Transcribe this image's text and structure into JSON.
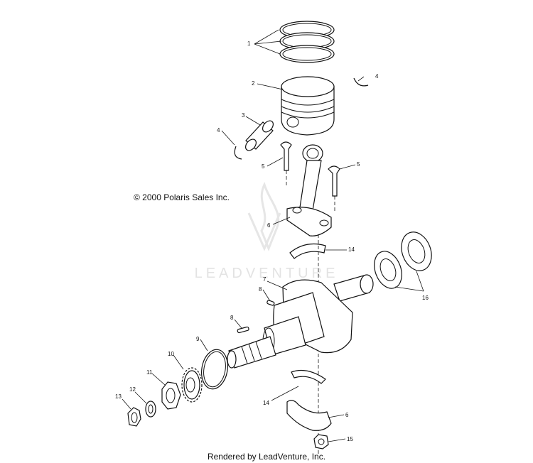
{
  "copyright": "© 2000 Polaris Sales Inc.",
  "watermark": "LEADVENTURE",
  "footer": "Rendered by LeadVenture, Inc.",
  "callouts": {
    "c1": "1",
    "c2": "2",
    "c3": "3",
    "c4a": "4",
    "c4b": "4",
    "c5a": "5",
    "c5b": "5",
    "c6a": "6",
    "c6b": "6",
    "c7": "7",
    "c8a": "8",
    "c8b": "8",
    "c9": "9",
    "c10": "10",
    "c11": "11",
    "c12": "12",
    "c13": "13",
    "c14a": "14",
    "c14b": "14",
    "c15": "15",
    "c16": "16"
  }
}
